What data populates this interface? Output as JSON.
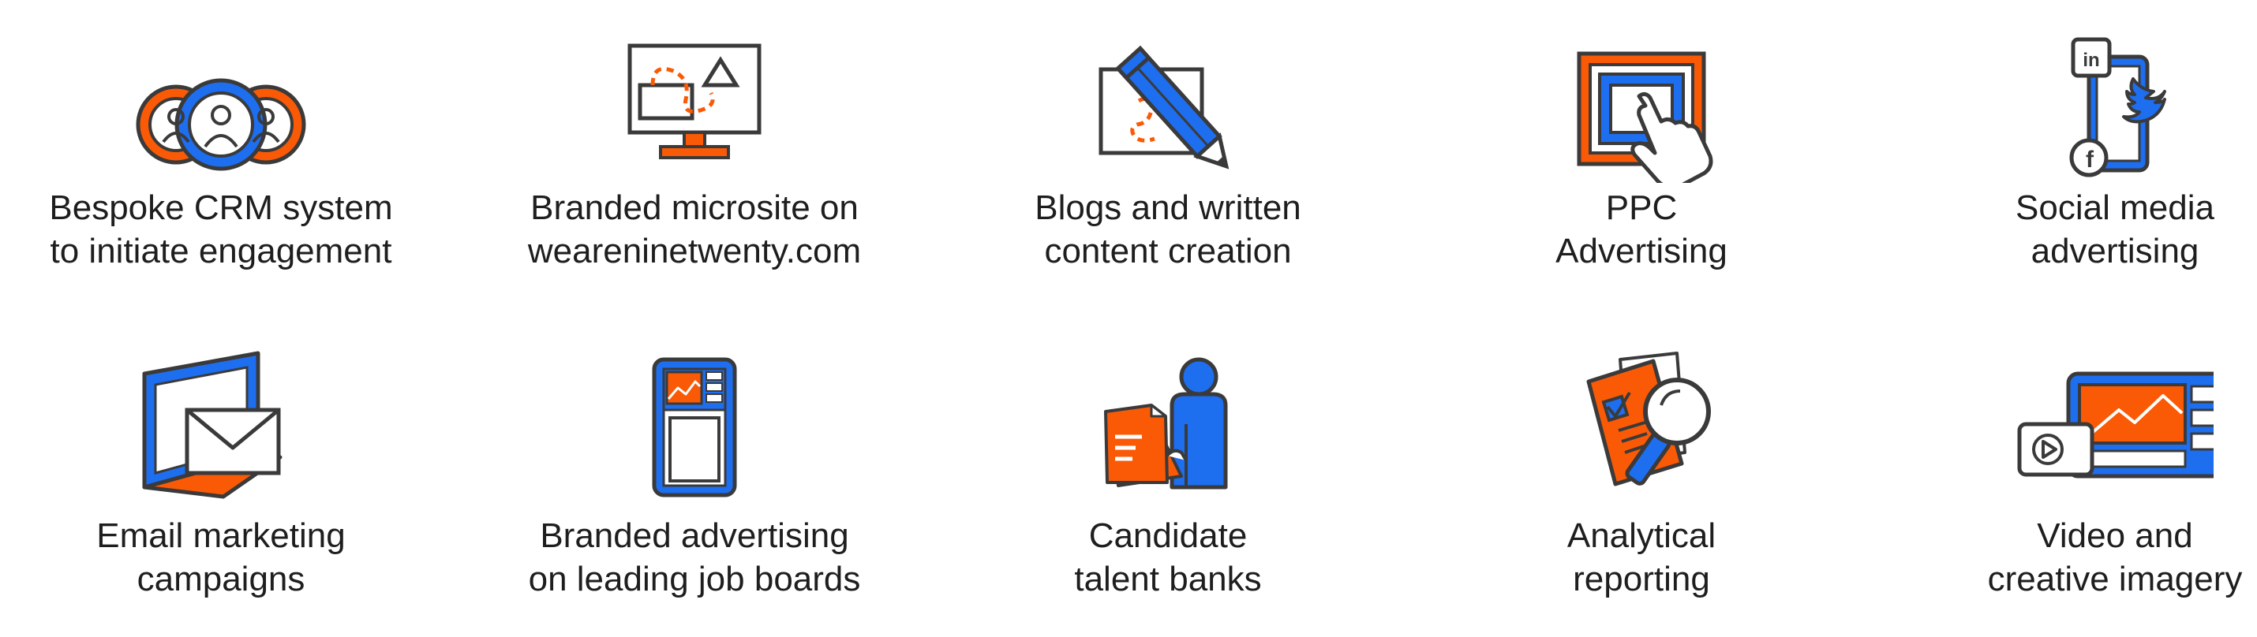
{
  "colors": {
    "orange": "#fa5a06",
    "blue": "#1e6ef0",
    "outline": "#3a3a3a",
    "text": "#1e1e1e"
  },
  "services": [
    {
      "line1": "Bespoke CRM system",
      "line2": "to initiate engagement",
      "icon": "crm-people-icon"
    },
    {
      "line1": "Branded microsite on",
      "line2": "weareninetwenty.com",
      "icon": "monitor-icon"
    },
    {
      "line1": "Blogs and written",
      "line2": "content creation",
      "icon": "pencil-writing-icon"
    },
    {
      "line1": "PPC",
      "line2": "Advertising",
      "icon": "pointer-click-icon"
    },
    {
      "line1": "Social media",
      "line2": "advertising",
      "icon": "social-media-phone-icon"
    },
    {
      "line1": "Email marketing",
      "line2": "campaigns",
      "icon": "email-laptop-icon"
    },
    {
      "line1": "Branded advertising",
      "line2": "on leading job boards",
      "icon": "mobile-ad-icon"
    },
    {
      "line1": "Candidate",
      "line2": "talent banks",
      "icon": "candidate-document-icon"
    },
    {
      "line1": "Analytical",
      "line2": "reporting",
      "icon": "magnifier-report-icon"
    },
    {
      "line1": "Video and",
      "line2": "creative imagery",
      "icon": "video-player-icon"
    }
  ]
}
